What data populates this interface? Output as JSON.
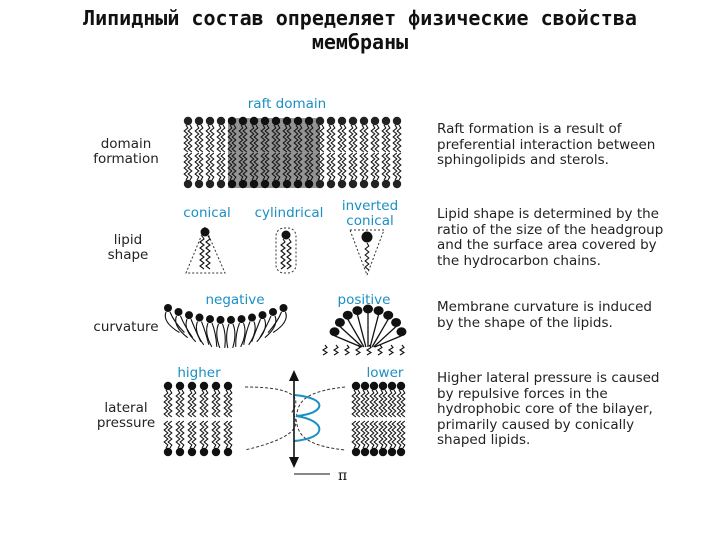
{
  "title_line1": "Липидный состав определяет физические свойства",
  "title_line2": "мембраны",
  "rows": {
    "domain": {
      "label": "domain\nformation",
      "tag": "raft domain",
      "description": "Raft formation is a result of preferential interaction between sphingolipids and sterols."
    },
    "shape": {
      "label": "lipid\nshape",
      "tags": [
        "conical",
        "cylindrical",
        "inverted\nconical"
      ],
      "description": "Lipid shape is determined by the ratio of the size of the headgroup and the surface area covered by the hydrocarbon chains."
    },
    "curvature": {
      "label": "curvature",
      "tags": [
        "negative",
        "positive"
      ],
      "description": "Membrane curvature is induced by the shape of the lipids."
    },
    "pressure": {
      "label": "lateral\npressure",
      "tags": [
        "higher",
        "lower"
      ],
      "axis_symbol": "π",
      "description": "Higher lateral pressure is caused by repulsive forces in the hydrophobic core of the bilayer, primarily caused by conically shaped lipids."
    }
  },
  "colors": {
    "accent": "#1a8fc4",
    "ink": "#111111",
    "raft": "#333333"
  }
}
